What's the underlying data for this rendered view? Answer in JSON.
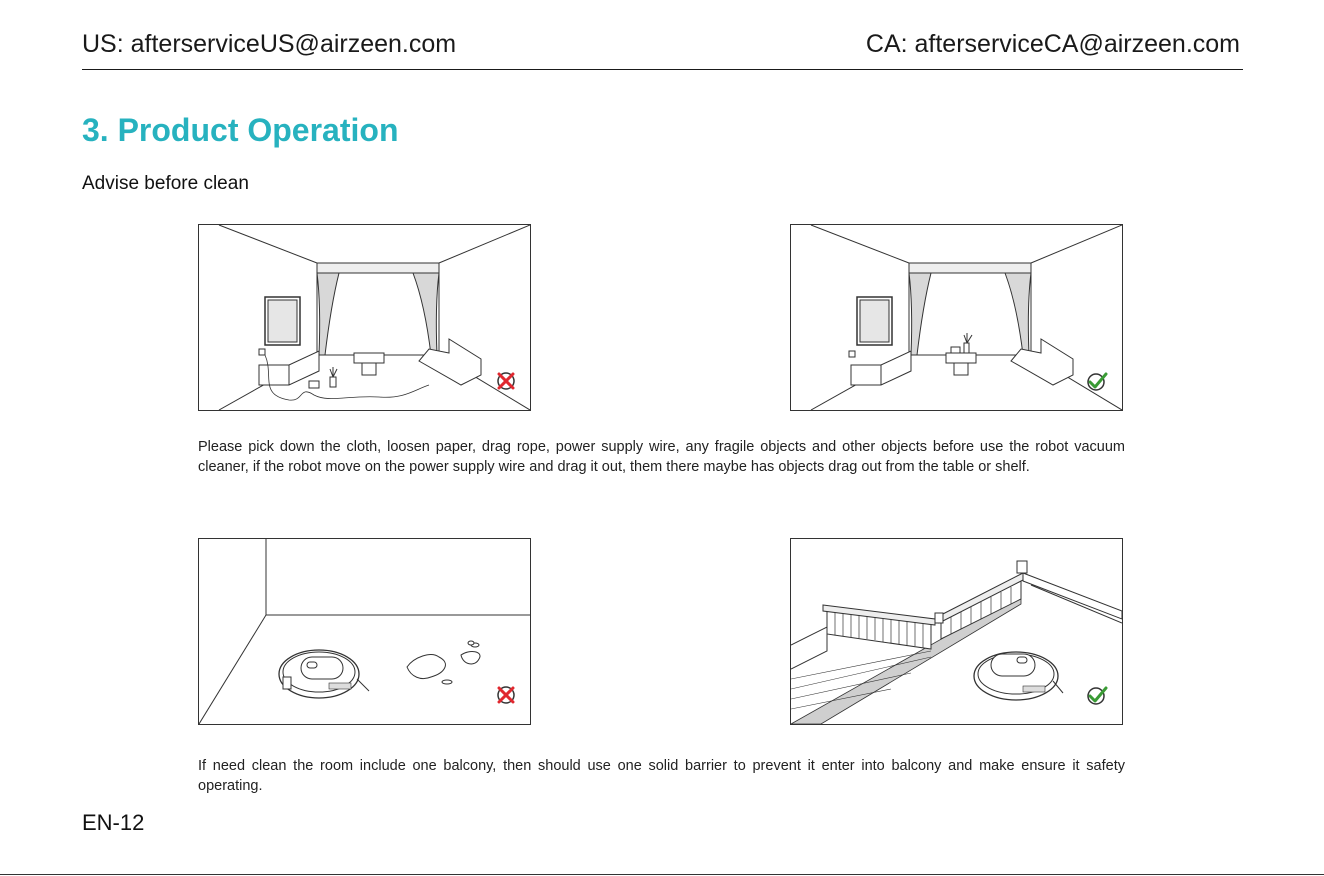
{
  "header": {
    "us_contact": "US: afterserviceUS@airzeen.com",
    "ca_contact": "CA: afterserviceCA@airzeen.com"
  },
  "section": {
    "title": "3. Product Operation",
    "subtitle": "Advise before clean"
  },
  "illustrations": [
    {
      "scene": "living-room-with-cables",
      "status": "wrong"
    },
    {
      "scene": "living-room-tidy",
      "status": "correct"
    },
    {
      "scene": "room-with-liquid-spill",
      "status": "wrong"
    },
    {
      "scene": "balcony-with-barrier",
      "status": "correct"
    }
  ],
  "paragraphs": {
    "cables": "Please pick down the cloth, loosen paper, drag rope, power supply wire, any fragile objects and other objects before use the robot vacuum cleaner, if the robot move on the power supply wire and drag it out, them there maybe has objects drag out from the table or shelf.",
    "balcony": "If need clean the room include one balcony, then should use one solid barrier to prevent it enter into balcony and make ensure it safety operating."
  },
  "footer": {
    "page_number": "EN-12"
  },
  "colors": {
    "accent": "#27b2bf",
    "wrong_mark": "#e0282f",
    "correct_mark": "#3a9b35"
  }
}
